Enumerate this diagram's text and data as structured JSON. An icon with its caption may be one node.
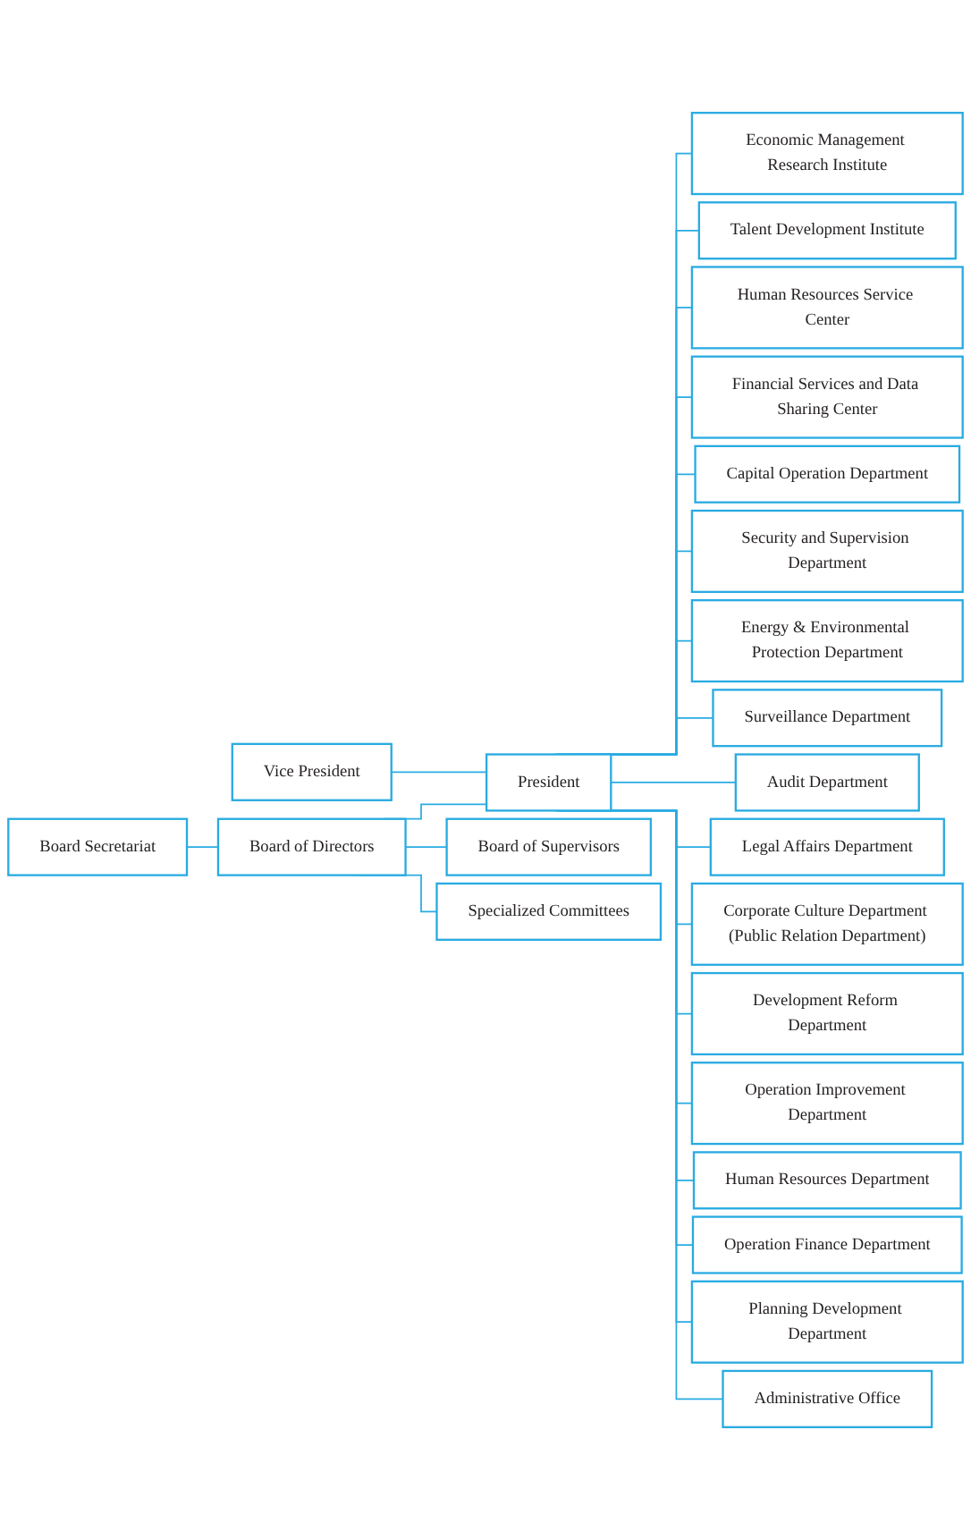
{
  "diagram": {
    "nodes": [
      {
        "text": [
          "Board Secretariat"
        ]
      },
      {
        "text": [
          "Vice President"
        ]
      },
      {
        "text": [
          "Board of Directors"
        ]
      },
      {
        "text": [
          "President"
        ]
      },
      {
        "text": [
          "Board of Supervisors"
        ]
      },
      {
        "text": [
          "Specialized Committees"
        ]
      },
      {
        "text": [
          "Economic Management Research Institute"
        ]
      },
      {
        "text": [
          "Talent Development Institute"
        ]
      },
      {
        "text": [
          "Human Resources Service Center"
        ]
      },
      {
        "text": [
          "Financial Services and Data Sharing Center"
        ]
      },
      {
        "text": [
          "Capital Operation Department"
        ]
      },
      {
        "text": [
          "Security and Supervision Department"
        ]
      },
      {
        "text": [
          "Energy & Environmental Protection Department"
        ]
      },
      {
        "text": [
          "Surveillance Department"
        ]
      },
      {
        "text": [
          "Audit Department"
        ]
      },
      {
        "text": [
          "Legal Affairs Department"
        ]
      },
      {
        "text": [
          "Corporate Culture Department (Public Relation Department)"
        ]
      },
      {
        "text": [
          "Development Reform Department"
        ]
      },
      {
        "text": [
          "Operation Improvement Department"
        ]
      },
      {
        "text": [
          "Human Resources Department"
        ]
      },
      {
        "text": [
          "Operation Finance Department"
        ]
      },
      {
        "text": [
          "Planning Development Department"
        ]
      },
      {
        "text": [
          "Administrative Office"
        ]
      }
    ],
    "edges": [
      {
        "from": 0,
        "to": 2,
        "arrow": "none"
      },
      {
        "from": 2,
        "to": 4,
        "arrow": "none"
      },
      {
        "from": 2,
        "to": 5,
        "arrow": "none"
      },
      {
        "from": 2,
        "to": 3,
        "arrow": "none"
      },
      {
        "from": 1,
        "to": 3,
        "arrow": "none"
      },
      {
        "from": 3,
        "to": 6,
        "arrow": "none"
      },
      {
        "from": 3,
        "to": 7,
        "arrow": "none"
      },
      {
        "from": 3,
        "to": 8,
        "arrow": "none"
      },
      {
        "from": 3,
        "to": 9,
        "arrow": "none"
      },
      {
        "from": 3,
        "to": 10,
        "arrow": "none"
      },
      {
        "from": 3,
        "to": 11,
        "arrow": "none"
      },
      {
        "from": 3,
        "to": 12,
        "arrow": "none"
      },
      {
        "from": 3,
        "to": 13,
        "arrow": "none"
      },
      {
        "from": 3,
        "to": 14,
        "arrow": "none"
      },
      {
        "from": 3,
        "to": 15,
        "arrow": "none"
      },
      {
        "from": 3,
        "to": 16,
        "arrow": "none"
      },
      {
        "from": 3,
        "to": 17,
        "arrow": "none"
      },
      {
        "from": 3,
        "to": 18,
        "arrow": "none"
      },
      {
        "from": 3,
        "to": 19,
        "arrow": "none"
      },
      {
        "from": 3,
        "to": 20,
        "arrow": "none"
      },
      {
        "from": 3,
        "to": 21,
        "arrow": "none"
      },
      {
        "from": 3,
        "to": 22,
        "arrow": "none"
      }
    ]
  }
}
